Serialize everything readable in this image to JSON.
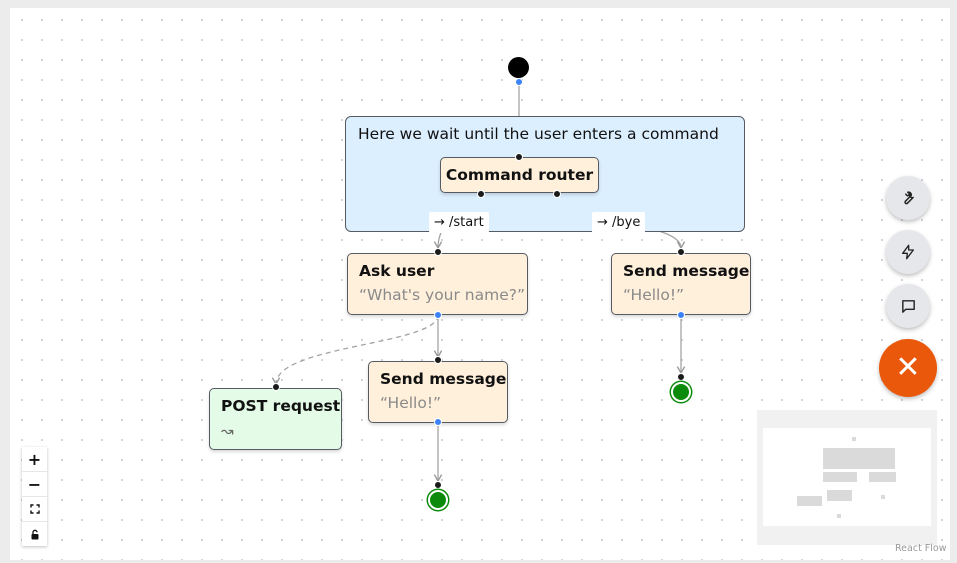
{
  "flow": {
    "group_title": "Here we wait until the user enters a command",
    "nodes": {
      "command_router": {
        "title": "Command router"
      },
      "ask_user": {
        "title": "Ask user",
        "subtitle": "“What's your name?”"
      },
      "send_message_right": {
        "title": "Send message",
        "subtitle": "“Hello!”"
      },
      "send_message_bottom": {
        "title": "Send message",
        "subtitle": "“Hello!”"
      },
      "post_request": {
        "title": "POST request",
        "icon_glyph": "↝",
        "icon": "curly-arrow-icon"
      }
    },
    "edge_labels": {
      "start": "→ /start",
      "bye": "→ /bye"
    }
  },
  "toolbar": {
    "buttons": [
      {
        "name": "wrench-button",
        "icon": "wrench-icon"
      },
      {
        "name": "lightning-button",
        "icon": "lightning-icon"
      },
      {
        "name": "chat-button",
        "icon": "chat-bubble-icon"
      }
    ],
    "close": {
      "icon": "close-icon",
      "glyph": "✕",
      "color": "#ea580c"
    }
  },
  "controls": {
    "zoom_in": "+",
    "zoom_out": "−",
    "fit_view_icon": "fit-view-icon",
    "lock_icon": "lock-icon"
  },
  "attribution": "React Flow",
  "colors": {
    "group_bg": "#dcefff",
    "step_bg": "#fff0dc",
    "request_bg": "#e3fbe7",
    "end_state": "#0b8a0b",
    "start_state": "#000000",
    "handle_blue": "#3b82f6"
  }
}
